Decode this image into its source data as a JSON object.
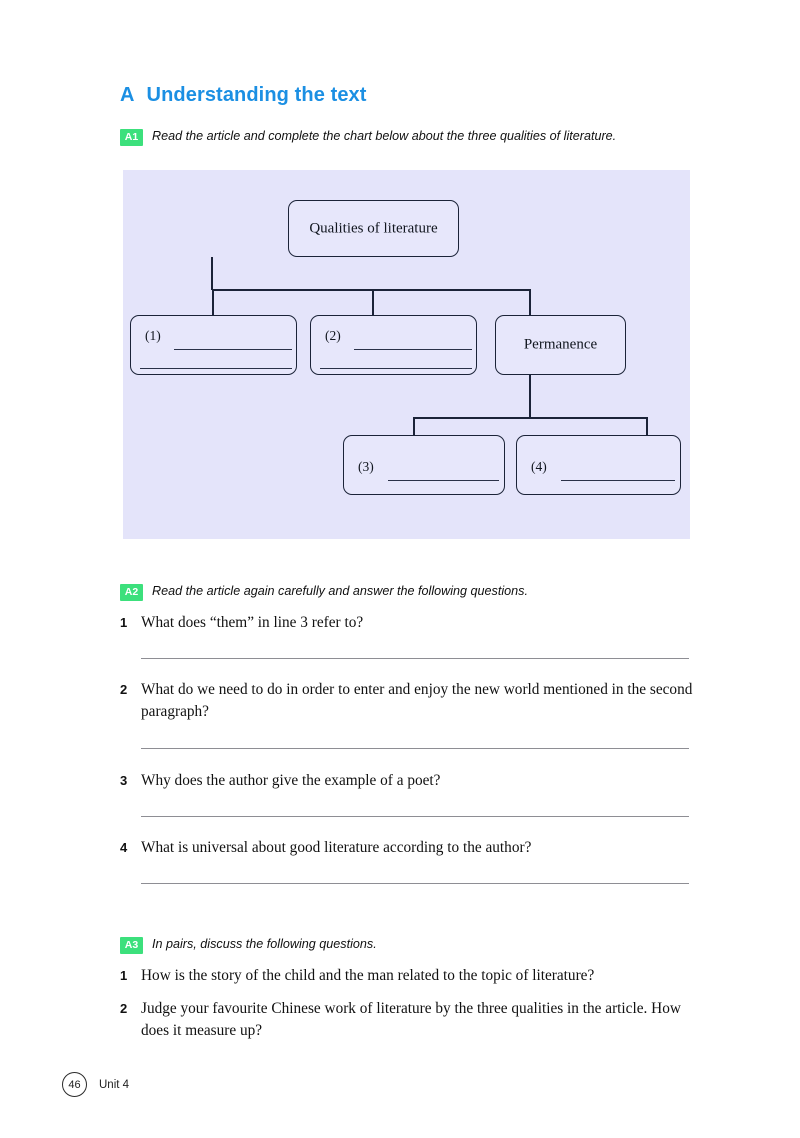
{
  "section": {
    "letter": "A",
    "title": "Understanding the text"
  },
  "tasks": {
    "a1": {
      "badge": "A1",
      "instruction": "Read the article and complete the chart below about the three qualities of literature."
    },
    "a2": {
      "badge": "A2",
      "instruction": "Read the article again carefully and answer the following questions."
    },
    "a3": {
      "badge": "A3",
      "instruction": "In pairs, discuss the following questions."
    }
  },
  "diagram": {
    "root": "Qualities of literature",
    "child1": "(1)",
    "child2": "(2)",
    "child3": "Permanence",
    "grandchild1": "(3)",
    "grandchild2": "(4)"
  },
  "a2_questions": [
    {
      "num": "1",
      "text": "What does “them” in line 3 refer to?"
    },
    {
      "num": "2",
      "text": "What do we need to do in order to enter and enjoy the new world mentioned in the second paragraph?"
    },
    {
      "num": "3",
      "text": "Why does the author give the example of a poet?"
    },
    {
      "num": "4",
      "text": "What is universal about good literature according to the author?"
    }
  ],
  "a3_questions": [
    {
      "num": "1",
      "text": "How is the story of the child and the man related to the topic of literature?"
    },
    {
      "num": "2",
      "text": "Judge your favourite Chinese work of literature by the three qualities in the article. How does it measure up?"
    }
  ],
  "footer": {
    "page_number": "46",
    "unit": "Unit 4"
  },
  "colors": {
    "heading_blue": "#1b8fe3",
    "badge_green": "#3ce07c",
    "panel_lavender": "#e4e4fa",
    "node_border": "#1b2338"
  }
}
